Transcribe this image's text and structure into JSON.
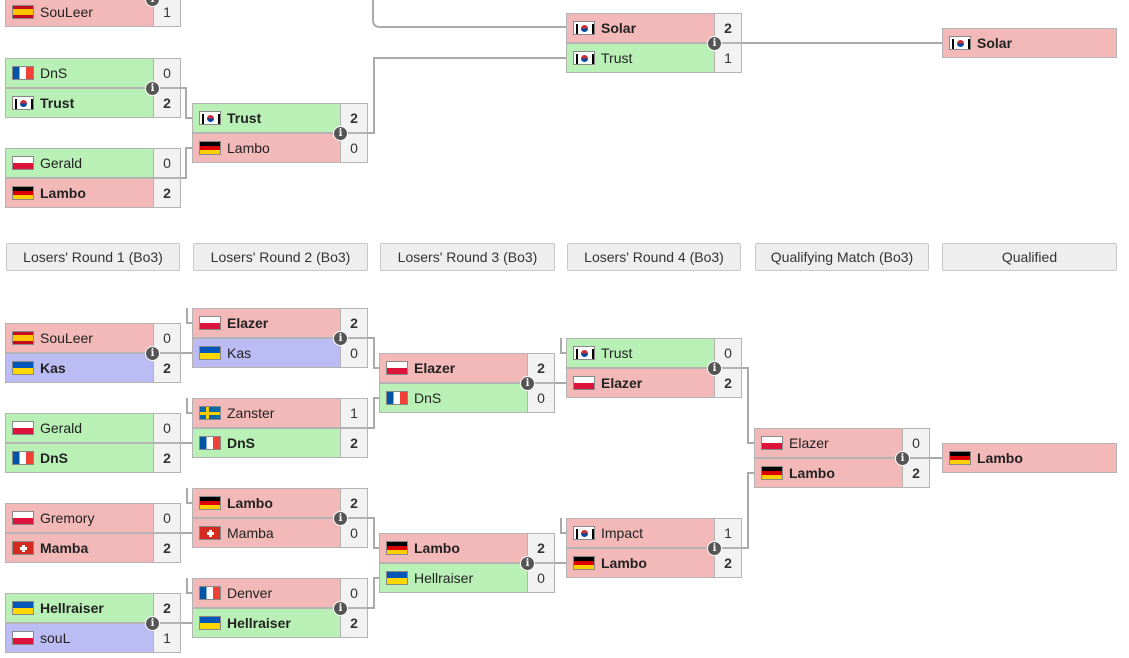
{
  "headers": {
    "lr1": "Losers' Round 1 (Bo3)",
    "lr2": "Losers' Round 2 (Bo3)",
    "lr3": "Losers' Round 3 (Bo3)",
    "lr4": "Losers' Round 4 (Bo3)",
    "qm": "Qualifying Match (Bo3)",
    "q": "Qualified"
  },
  "upper": {
    "top_partial": {
      "name": "SouLeer",
      "flag": "es-flag-icon",
      "score": "1"
    },
    "m1": [
      {
        "name": "DnS",
        "flag": "fr-flag-icon",
        "score": "0"
      },
      {
        "name": "Trust",
        "flag": "kr-flag-icon",
        "score": "2"
      }
    ],
    "m2": [
      {
        "name": "Gerald",
        "flag": "pl-flag-icon",
        "score": "0"
      },
      {
        "name": "Lambo",
        "flag": "de-flag-icon",
        "score": "2"
      }
    ],
    "m3": [
      {
        "name": "Trust",
        "flag": "kr-flag-icon",
        "score": "2"
      },
      {
        "name": "Lambo",
        "flag": "de-flag-icon",
        "score": "0"
      }
    ],
    "final": [
      {
        "name": "Solar",
        "flag": "kr-flag-icon",
        "score": "2"
      },
      {
        "name": "Trust",
        "flag": "kr-flag-icon",
        "score": "1"
      }
    ],
    "qualified": {
      "name": "Solar",
      "flag": "kr-flag-icon"
    }
  },
  "lower": {
    "r1": [
      [
        {
          "name": "SouLeer",
          "flag": "es-flag-icon",
          "score": "0"
        },
        {
          "name": "Kas",
          "flag": "ua-flag-icon",
          "score": "2"
        }
      ],
      [
        {
          "name": "Gerald",
          "flag": "pl-flag-icon",
          "score": "0"
        },
        {
          "name": "DnS",
          "flag": "fr-flag-icon",
          "score": "2"
        }
      ],
      [
        {
          "name": "Gremory",
          "flag": "pl-flag-icon",
          "score": "0"
        },
        {
          "name": "Mamba",
          "flag": "ch-flag-icon",
          "score": "2"
        }
      ],
      [
        {
          "name": "Hellraiser",
          "flag": "ua-flag-icon",
          "score": "2"
        },
        {
          "name": "souL",
          "flag": "pl-flag-icon",
          "score": "1"
        }
      ]
    ],
    "r2": [
      [
        {
          "name": "Elazer",
          "flag": "pl-flag-icon",
          "score": "2"
        },
        {
          "name": "Kas",
          "flag": "ua-flag-icon",
          "score": "0"
        }
      ],
      [
        {
          "name": "Zanster",
          "flag": "se-flag-icon",
          "score": "1"
        },
        {
          "name": "DnS",
          "flag": "fr-flag-icon",
          "score": "2"
        }
      ],
      [
        {
          "name": "Lambo",
          "flag": "de-flag-icon",
          "score": "2"
        },
        {
          "name": "Mamba",
          "flag": "ch-flag-icon",
          "score": "0"
        }
      ],
      [
        {
          "name": "Denver",
          "flag": "fr-flag-icon",
          "score": "0"
        },
        {
          "name": "Hellraiser",
          "flag": "ua-flag-icon",
          "score": "2"
        }
      ]
    ],
    "r3": [
      [
        {
          "name": "Elazer",
          "flag": "pl-flag-icon",
          "score": "2"
        },
        {
          "name": "DnS",
          "flag": "fr-flag-icon",
          "score": "0"
        }
      ],
      [
        {
          "name": "Lambo",
          "flag": "de-flag-icon",
          "score": "2"
        },
        {
          "name": "Hellraiser",
          "flag": "ua-flag-icon",
          "score": "0"
        }
      ]
    ],
    "r4": [
      [
        {
          "name": "Trust",
          "flag": "kr-flag-icon",
          "score": "0"
        },
        {
          "name": "Elazer",
          "flag": "pl-flag-icon",
          "score": "2"
        }
      ],
      [
        {
          "name": "Impact",
          "flag": "kr-flag-icon",
          "score": "1"
        },
        {
          "name": "Lambo",
          "flag": "de-flag-icon",
          "score": "2"
        }
      ]
    ],
    "qm": [
      {
        "name": "Elazer",
        "flag": "pl-flag-icon",
        "score": "0"
      },
      {
        "name": "Lambo",
        "flag": "de-flag-icon",
        "score": "2"
      }
    ],
    "qualified": {
      "name": "Lambo",
      "flag": "de-flag-icon"
    }
  },
  "colors": {
    "win": "#b9f0b6",
    "lose": "#f3b8b8",
    "alt": "#bcbcf4",
    "line": "#aaaaaa"
  },
  "info_icon": "i"
}
